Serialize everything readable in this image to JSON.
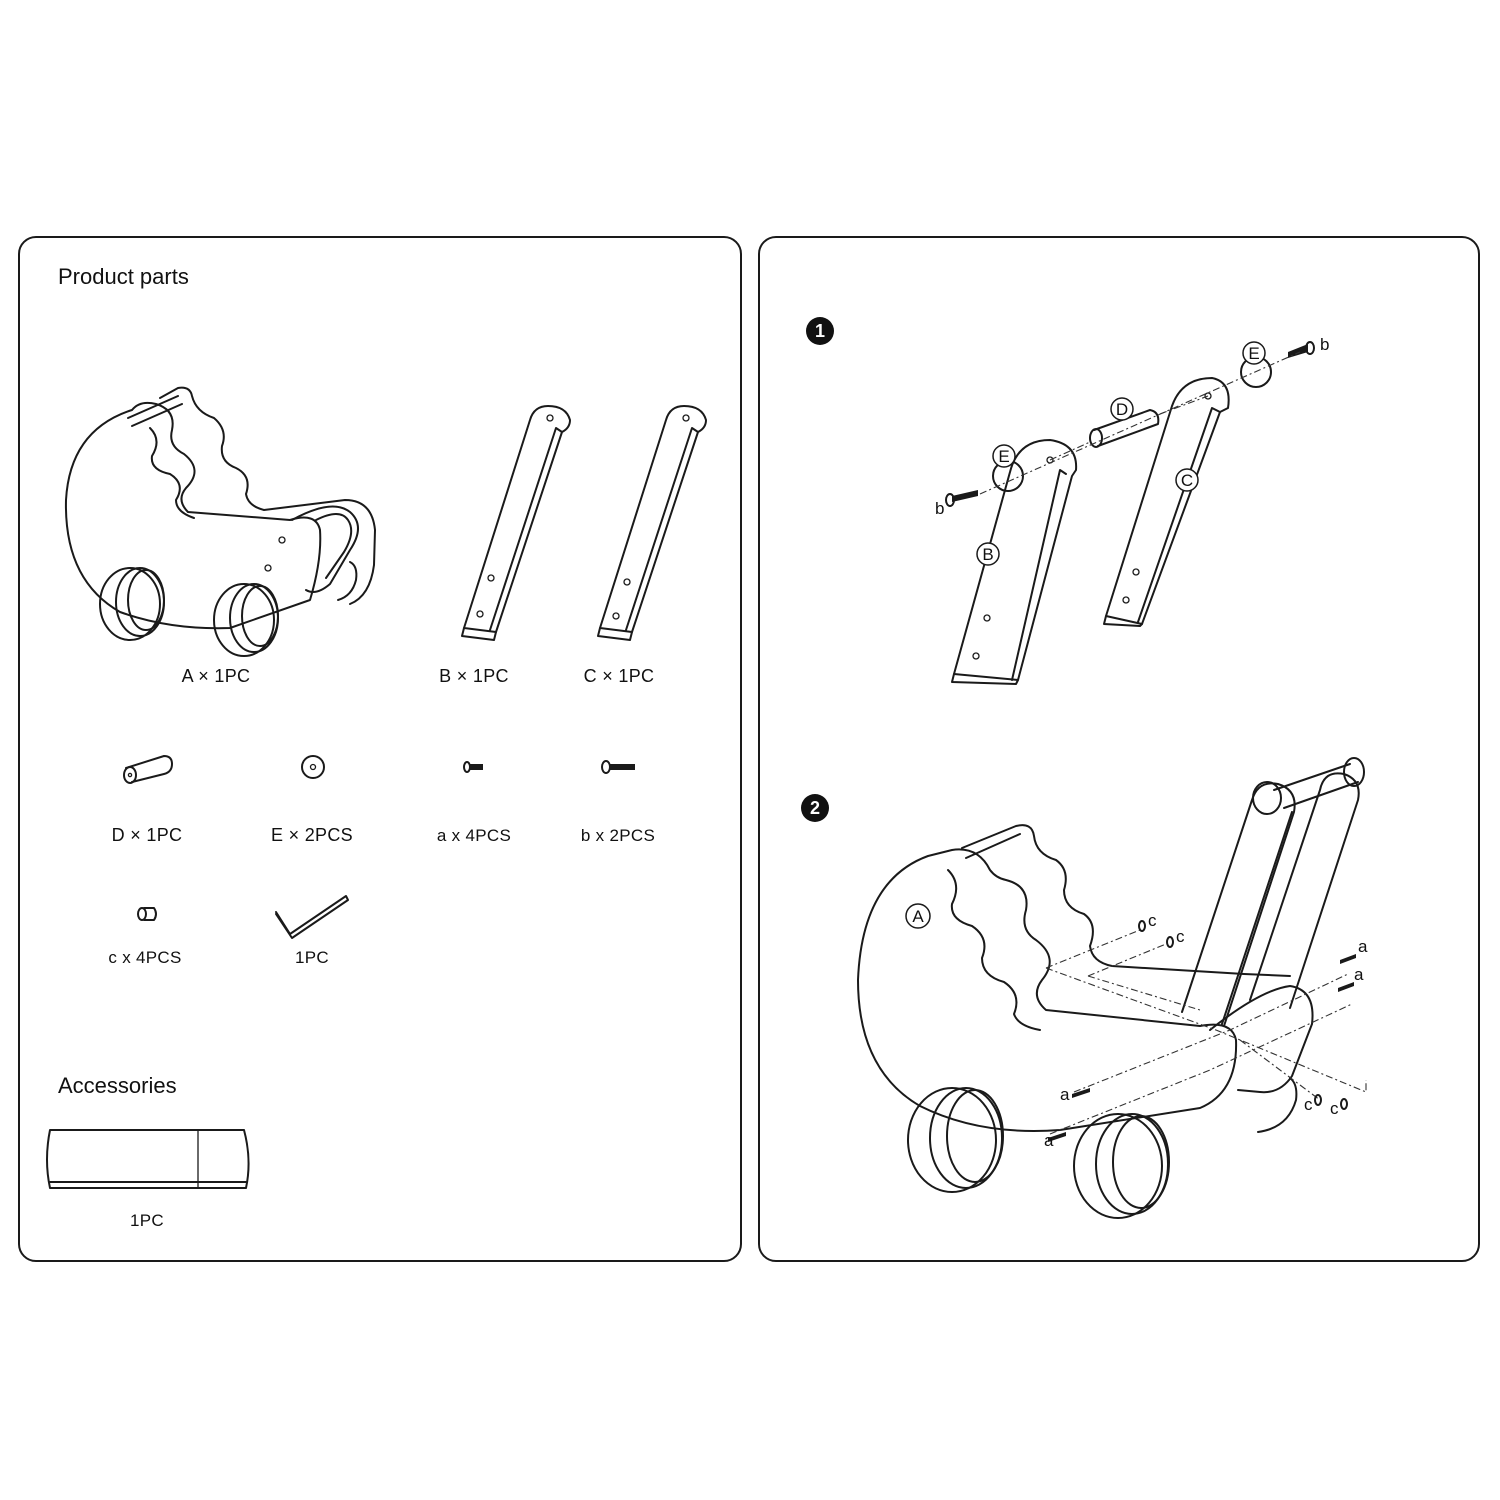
{
  "left": {
    "product_title": "Product parts",
    "parts": {
      "a_label": "A × 1PC",
      "b_label": "B × 1PC",
      "c_label": "C × 1PC",
      "d_label": "D × 1PC",
      "e_label": "E × 2PCS",
      "screw_a_label": "a x 4PCS",
      "screw_b_label": "b x 2PCS",
      "cap_c_label": "c x 4PCS",
      "wrench_label": "1PC"
    },
    "accessories_title": "Accessories",
    "accessory_label": "1PC"
  },
  "right": {
    "step1": {
      "number": "1",
      "callouts": {
        "E": "E",
        "D": "D",
        "B": "B",
        "C": "C"
      },
      "screw_letter": "b"
    },
    "step2": {
      "number": "2",
      "callout_a": "A",
      "screw_letter": "a",
      "cap_letter": "c"
    }
  }
}
